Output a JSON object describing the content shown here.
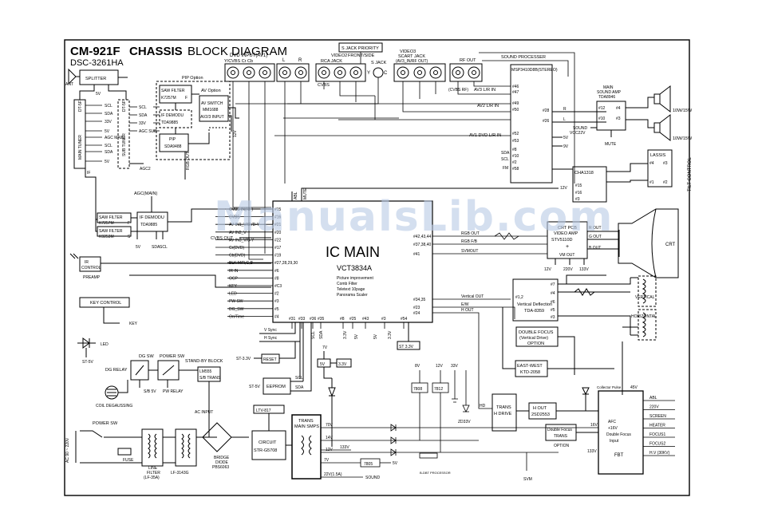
{
  "header": {
    "title_bold": "CM-921F",
    "title_bold2": "CHASSIS",
    "title_rest": "BLOCK DIAGRAM",
    "model": "DSC-3261HA"
  },
  "watermark": "ManualsLib.com",
  "ic_main": {
    "title": "IC MAIN",
    "part": "VCT3834A",
    "features": [
      "Picture improvement",
      "Comb Filter",
      "Teletext 10page",
      "Panorama Scaler"
    ]
  },
  "jacks": {
    "dvd": {
      "title": "DVD INPUT(AV1)",
      "pins": "Y/CVBS  Cr   Cb"
    },
    "lr": {
      "l": "L",
      "r": "R"
    },
    "rca": {
      "title": "VIDEO2",
      "sub": "RCA JACK",
      "front": "FRONT/SIDE",
      "cvbs": "CVBS"
    },
    "sjack_priority": "S JACK PRIORITY",
    "sjack": "S JACK",
    "scart": {
      "title": "VIDEO3",
      "sub": "SCART JACK",
      "pins": "(AV3_IN/RF OUT)"
    },
    "rf_out": "RF OUT",
    "y": "Y",
    "c": "C"
  },
  "sound": {
    "processor_title": "SOUND PROCESSER",
    "processor_part": "MSP3410D8B(STEREO)",
    "av3": "AV3 L/R IN",
    "av2": "AV2 L/R IN",
    "av1": "AV1 DVD L/R IN",
    "cvbs_rf": "(CVBS RF)",
    "pins_left": [
      "#46",
      "#47",
      "#49",
      "#50",
      "#52",
      "#53",
      "#8",
      "#10",
      "#2",
      "#58"
    ],
    "pins_right": [
      "#28",
      "#26"
    ],
    "sda": "SDA",
    "scl": "SCL",
    "fm": "FM",
    "amp_title": "MAIN",
    "amp_sub": "SOUND AMP",
    "amp_part": "TDA8946",
    "amp_pins": [
      "#12",
      "#10",
      "#4",
      "#3"
    ],
    "sound_vcc": "SOUND",
    "vcc22": "VCC22V",
    "mute": "MUTE",
    "spk1": "10W/15W",
    "spk2": "10W/15W",
    "v5": "5V",
    "v9": "9V",
    "r": "R",
    "l": "L"
  },
  "tilt": {
    "chip": "CHA1318",
    "pins": [
      "#15",
      "#16",
      "#3"
    ],
    "v12": "12V",
    "box": "LASSIS",
    "bpins": [
      "#4",
      "#3",
      "#1",
      "#2"
    ],
    "label": "TILT CONTROL"
  },
  "tuner": {
    "splitter": "SPLITTER",
    "ant": "ANT",
    "main": "MAIN TUNER",
    "main_part": "DT-5F",
    "sub": "SUB TUNER",
    "sub_part": "DT-5F",
    "signals": [
      "SCL",
      "SDA",
      "33V",
      "5V",
      "AGC MAIN",
      "SCL",
      "SDA",
      "5V"
    ],
    "v5": "5V",
    "agc2": "AGC2",
    "if": "IF",
    "pip_sigs": [
      "SCL",
      "SDA",
      "33V",
      "AGC SUB"
    ],
    "vif": "IF",
    "vif2": "IF"
  },
  "pip": {
    "option": "PIP Option",
    "saw": "SAW FILTER",
    "saw_part": "K7257M",
    "saw_f": "F",
    "demod": "IF DEMODU",
    "demod_part": "TDA9885",
    "av_option": "AV Option",
    "av_switch": "AV SWITCH",
    "av_part": "MM1688",
    "av_in": "AV2/3 INPUT",
    "pip": "PIP",
    "pip_part": "SDA9488",
    "rgb_out": "RGB OUT",
    "v12": "12V"
  },
  "if_block": {
    "agc": "AGC(MAIN)",
    "saw1": "SAW FILTER",
    "saw1p": "K7257M",
    "saw2": "SAW FILTER",
    "saw2p": "K9253M",
    "f": "F",
    "s": "S",
    "demod": "IF DEMODU",
    "demod_part": "TDA9885",
    "v5": "5V",
    "sda": "SDA",
    "scl": "SCL"
  },
  "ic_pins_left": [
    {
      "pin": "#15",
      "name": "CVBS IN(RF)"
    },
    {
      "pin": "#16",
      "name": "CVBS"
    },
    {
      "pin": "#21",
      "name": "AV IN1_V/SVD-Y"
    },
    {
      "pin": "#20",
      "name": "AV IN2_V"
    },
    {
      "pin": "#22",
      "name": "AV IN3_V/S-Y"
    },
    {
      "pin": "#17",
      "name": "Cr(DVD)"
    },
    {
      "pin": "#19",
      "name": "Cb(DVD)"
    },
    {
      "pin": "#27,28,29,30",
      "name": "BLK M/R,G,B"
    },
    {
      "pin": "#6",
      "name": "IR IN"
    },
    {
      "pin": "#8",
      "name": "OCP"
    },
    {
      "pin": "#C3",
      "name": "KEY"
    },
    {
      "pin": "#2",
      "name": "LED"
    },
    {
      "pin": "#3",
      "name": "PW SW"
    },
    {
      "pin": "#5",
      "name": "DG_SW"
    },
    {
      "pin": "#4",
      "name": "On/Time"
    }
  ],
  "ic_left_misc": {
    "cvbs_out": "CVBS OUT",
    "v_sync": "V Sync",
    "h_sync": "H Sync",
    "abl": "ABL",
    "mute": "MUTE"
  },
  "ic_bottom_pins": [
    "#31",
    "#33",
    "#36",
    "#35",
    "#8",
    "#25",
    "#43",
    "#3",
    "#54"
  ],
  "ic_bottom_labels": [
    "SCL",
    "SDA",
    "3.3V",
    "5V",
    "5V",
    "3.3V"
  ],
  "ic_right": [
    {
      "pin": "#42,43,44",
      "name": "RGB OUT"
    },
    {
      "pin": "#37,38,40",
      "name": "RGB F/B"
    },
    {
      "pin": "#41",
      "name": "SVMOUT"
    },
    {
      "pin": "#34,35",
      "name": "Vertical OUT"
    },
    {
      "pin": "#23",
      "name": "E/W"
    },
    {
      "pin": "#24",
      "name": "H OUT"
    }
  ],
  "crt": {
    "title": "CRT PCB",
    "sub": "VIDEO AMP",
    "part": "STV5110D",
    "r": "R OUT",
    "g": "G OUT",
    "b": "B OUT",
    "vm": "VM OUT",
    "v12": "12V",
    "v220": "220V",
    "v133": "133V",
    "label": "CRT"
  },
  "vdef": {
    "pins": [
      "#7",
      "#1,2",
      "#4",
      "#6",
      "#5",
      "#3"
    ],
    "title": "Vertical Deflection",
    "part": "TDA-8359"
  },
  "dfocus": {
    "title": "DOUBLE FOCUS",
    "sub": "(Vertical Drive)",
    "opt": "OPTION"
  },
  "ew": {
    "title": "EAST-WEST",
    "part": "KTD-2058"
  },
  "yoke": {
    "v": "VERTICAL",
    "h": "HORIZONTAL"
  },
  "misc": {
    "ir": "IR",
    "ir_ctrl": "CONTROL",
    "preamp": "PREAMP",
    "key": "KEY CONTROL",
    "key2": "KEY",
    "led": "LED",
    "st5v": "ST-5V",
    "dg_sw": "DG SW",
    "dg_relay": "DG RELAY",
    "power_sw": "POWER SW",
    "standby": "STAND-BY BLOCK",
    "sb_trans": "LM555",
    "sb_trans2": "S/B TRANS",
    "pw_relay": "PW RELAY",
    "sb": "S/B 5V",
    "coil": "COIL DEGAUSSING",
    "reset": "RESET",
    "st33": "ST-3.3V",
    "eeprom": "EEPROM",
    "st5": "ST-5V",
    "v5": "5V",
    "v33": "3.3V",
    "v7": "7V",
    "st33b": "ST 3.3V",
    "ac_input": "AC INPUT",
    "fuse": "FUSE",
    "ac": "AC 90 ~ 220V",
    "power_sw2": "POWER SW",
    "line_filter": "LINE",
    "line_filter2": "FILTER",
    "lf": "(LF-35A)",
    "lf2": "LF-3143G",
    "bridge": "BRIDGE",
    "bridge2": "DIODE",
    "bridge3": "PBS6063",
    "ltv": "LTV-817",
    "circuit": "CIRCUIT",
    "circuit_part": "STR-G5708",
    "trans": "TRANS",
    "trans2": "MAIN SMPS"
  },
  "power_rails": {
    "v70": "70V",
    "v14": "14V",
    "v12": "12V",
    "v7": "7V",
    "v133": "133V",
    "v22": "22V(1.5A)",
    "sound": "SOUND",
    "v5": "5V",
    "r7805": "7805",
    "r7808": "7808",
    "r7812": "7812",
    "v8": "8V",
    "v12b": "12V",
    "v33": "33V",
    "zd": "ZD33V",
    "svm": "SVM",
    "b_opt": "B-DBT PROCESSOR"
  },
  "hsection": {
    "hd": "HD",
    "trans_h": "TRANS",
    "trans_h2": "H DRIVE",
    "h_out": "H OUT",
    "h_part": "2SD2553",
    "df_trans": "Double Focus",
    "df_trans2": "TRANS",
    "df_opt": "OPTION",
    "v16": "16V",
    "v133": "133V",
    "collector": "Collector Pulse",
    "v45": "45V",
    "afc": "AFC",
    "x16v": "+16V",
    "dfi": "Double Focus",
    "dfi2": "Input",
    "fbt": "FBT",
    "outs": [
      "ABL",
      "220V",
      "SCREEN",
      "HEATER",
      "FOCUS1",
      "FOCUS2",
      "H.V (30KV)"
    ]
  }
}
